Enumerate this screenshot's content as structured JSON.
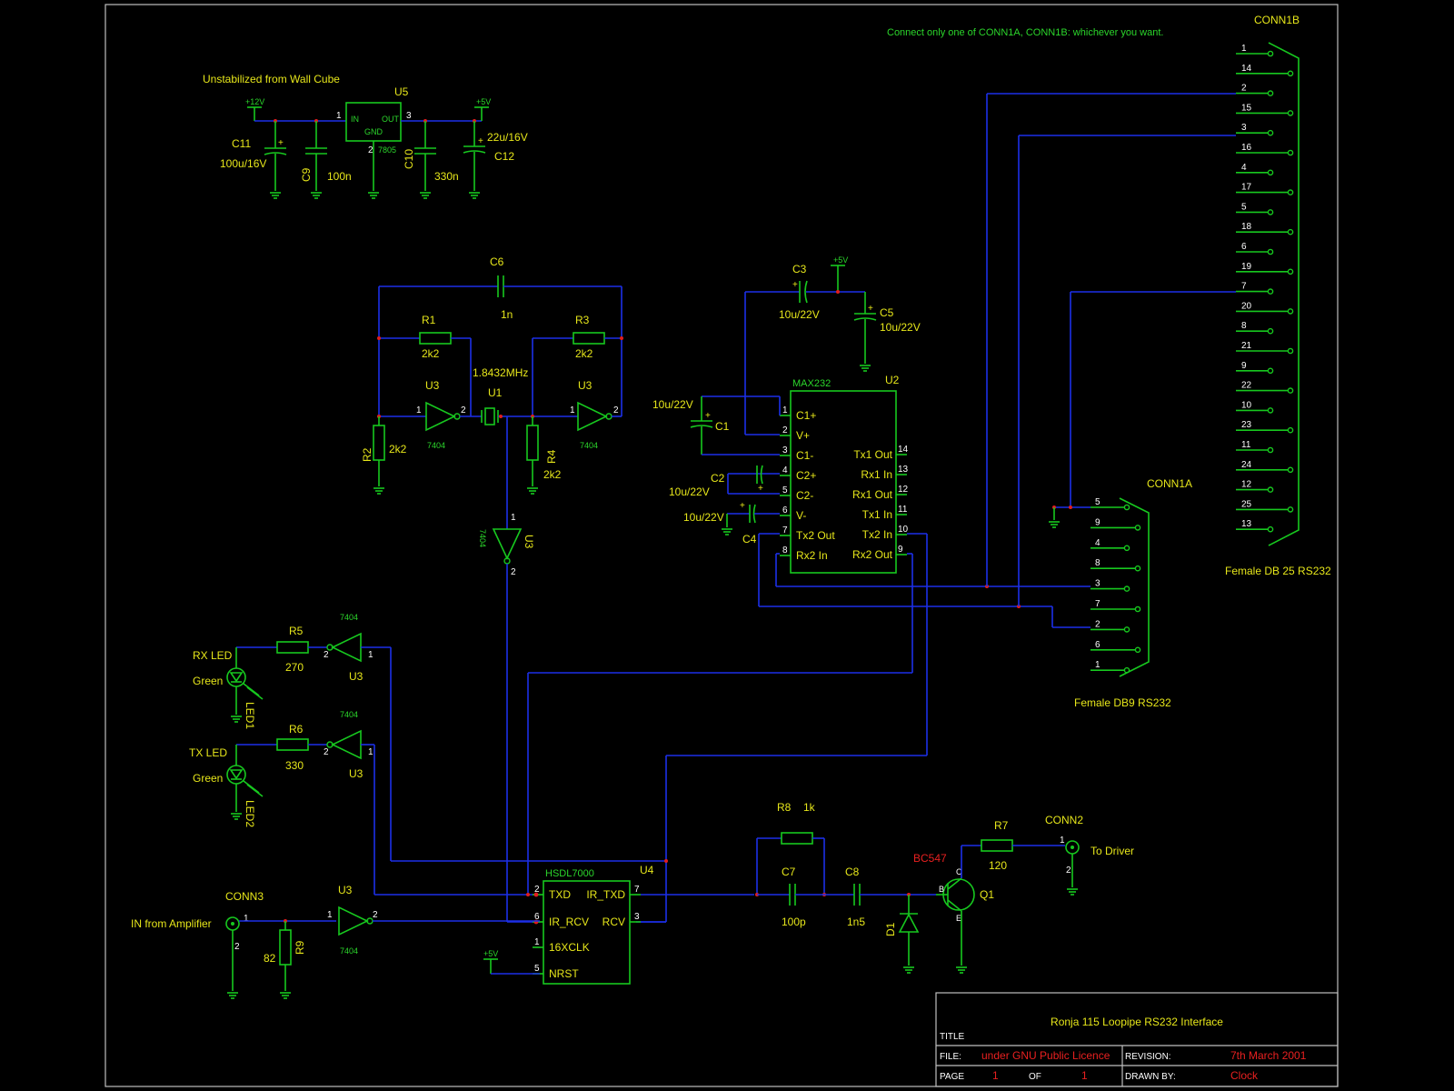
{
  "title_block": {
    "project": "Ronja 115 Loopipe RS232 Interface",
    "title_label": "TITLE",
    "file_label": "FILE:",
    "file_value": "under GNU Public Licence",
    "revision_label": "REVISION:",
    "revision_value": "7th March 2001",
    "page_label": "PAGE",
    "page_value": "1",
    "of_label": "OF",
    "of_value": "1",
    "drawn_label": "DRAWN BY:",
    "drawn_value": "Clock"
  },
  "notes": {
    "top_note": "Connect only one of CONN1A, CONN1B: whichever you want.",
    "power_note": "Unstabilized from Wall Cube"
  },
  "power": {
    "plus12": "+12V",
    "plus5": "+5V",
    "u5_ref": "U5",
    "u5_part": "7805",
    "u5_in": "IN",
    "u5_out": "OUT",
    "u5_gnd": "GND",
    "u5_pin1": "1",
    "u5_pin2": "2",
    "u5_pin3": "3",
    "c11": "C11",
    "c11_val": "100u/16V",
    "c9": "C9",
    "c9_val": "100n",
    "c10": "C10",
    "c10_val": "330n",
    "c12": "C12",
    "c12_val": "22u/16V"
  },
  "oscillator": {
    "c6": "C6",
    "c6_val": "1n",
    "r1": "R1",
    "r1_val": "2k2",
    "r3": "R3",
    "r3_val": "2k2",
    "r2": "R2",
    "r2_val": "2k2",
    "r4": "R4",
    "r4_val": "2k2",
    "xtal_freq": "1.8432MHz",
    "xtal_ref": "U1",
    "u3": "U3",
    "part_7404": "7404",
    "pin1": "1",
    "pin2": "2"
  },
  "max232": {
    "part": "MAX232",
    "ref": "U2",
    "c3": "C3",
    "c3_val": "10u/22V",
    "c5": "C5",
    "c5_val": "10u/22V",
    "c1": "C1",
    "c1_val": "10u/22V",
    "c2": "C2",
    "c2_val": "10u/22V",
    "c4": "C4",
    "c4_val": "10u/22V",
    "plus5": "+5V",
    "left_pins": [
      {
        "num": "1",
        "name": "C1+"
      },
      {
        "num": "2",
        "name": "V+"
      },
      {
        "num": "3",
        "name": "C1-"
      },
      {
        "num": "4",
        "name": "C2+"
      },
      {
        "num": "5",
        "name": "C2-"
      },
      {
        "num": "6",
        "name": "V-"
      },
      {
        "num": "7",
        "name": "Tx2 Out"
      },
      {
        "num": "8",
        "name": "Rx2 In"
      }
    ],
    "right_pins": [
      {
        "num": "14",
        "name": "Tx1 Out"
      },
      {
        "num": "13",
        "name": "Rx1 In"
      },
      {
        "num": "12",
        "name": "Rx1 Out"
      },
      {
        "num": "11",
        "name": "Tx1 In"
      },
      {
        "num": "10",
        "name": "Tx2 In"
      },
      {
        "num": "9",
        "name": "Rx2 Out"
      }
    ]
  },
  "db25": {
    "ref": "CONN1B",
    "label": "Female DB 25 RS232",
    "pins": [
      "1",
      "14",
      "2",
      "15",
      "3",
      "16",
      "4",
      "17",
      "5",
      "18",
      "6",
      "19",
      "7",
      "20",
      "8",
      "21",
      "9",
      "22",
      "10",
      "23",
      "11",
      "24",
      "12",
      "25",
      "13"
    ]
  },
  "db9": {
    "ref": "CONN1A",
    "label": "Female DB9 RS232",
    "pins": [
      "5",
      "9",
      "4",
      "8",
      "3",
      "7",
      "2",
      "6",
      "1"
    ]
  },
  "leds": {
    "rx_label": "RX LED",
    "rx_color": "Green",
    "rx_ref": "LED1",
    "r5": "R5",
    "r5_val": "270",
    "tx_label": "TX LED",
    "tx_color": "Green",
    "tx_ref": "LED2",
    "r6": "R6",
    "r6_val": "330",
    "u3": "U3",
    "part_7404": "7404",
    "pin1": "1",
    "pin2": "2"
  },
  "hsdl": {
    "part": "HSDL7000",
    "ref": "U4",
    "left_pins": [
      {
        "num": "2",
        "name": "TXD"
      },
      {
        "num": "6",
        "name": "IR_RCV"
      },
      {
        "num": "1",
        "name": "16XCLK"
      },
      {
        "num": "5",
        "name": "NRST"
      }
    ],
    "right_pins": [
      {
        "num": "7",
        "name": "IR_TXD"
      },
      {
        "num": "3",
        "name": "RCV"
      }
    ],
    "plus5": "+5V"
  },
  "input": {
    "conn3": "CONN3",
    "in_label": "IN from Amplifier",
    "pin1": "1",
    "pin2": "2",
    "r9": "R9",
    "r9_val": "82",
    "u3": "U3",
    "part_7404": "7404"
  },
  "output": {
    "r8": "R8",
    "r8_val": "1k",
    "c7": "C7",
    "c7_val": "100p",
    "c8": "C8",
    "c8_val": "1n5",
    "d1": "D1",
    "q1": "Q1",
    "q1_part": "BC547",
    "q_b": "B",
    "q_c": "C",
    "q_e": "E",
    "r7": "R7",
    "r7_val": "120",
    "conn2": "CONN2",
    "driver_label": "To Driver",
    "pin1": "1",
    "pin2": "2"
  }
}
